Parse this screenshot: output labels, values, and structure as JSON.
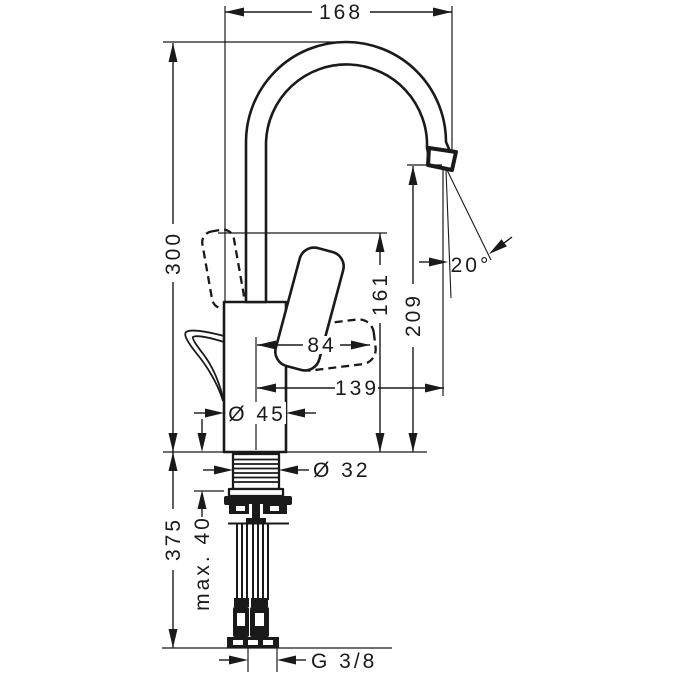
{
  "title": "Single lever basin mixer - dimensional technical drawing",
  "colors": {
    "line": "#1a1a1a",
    "background": "#ffffff"
  },
  "dimensions": {
    "spout_reach": "168",
    "total_height": "300",
    "handle_top_height": "161",
    "outlet_height": "209",
    "outlet_angle": "20°",
    "handle_projection": "84",
    "outlet_projection": "139",
    "base_diameter": "Ø 45",
    "shank_diameter": "Ø 32",
    "below_deck_length": "375",
    "max_counter_thickness": "max. 40",
    "connection_thread": "G 3/8"
  }
}
